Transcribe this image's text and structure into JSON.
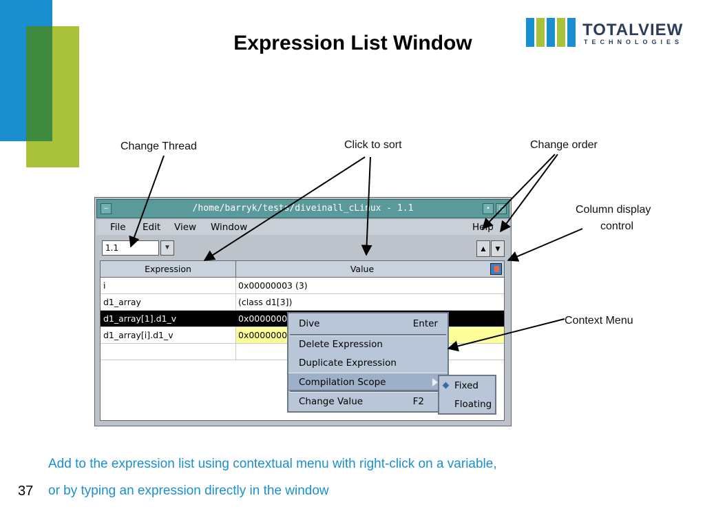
{
  "slide": {
    "title": "Expression List Window",
    "number": "37",
    "caption_line1": "Add to the expression list using contextual menu with right-click on a variable,",
    "caption_line2": "or by typing an expression directly in the window"
  },
  "logo": {
    "word": "TOTALVIEW",
    "sub": "TECHNOLOGIES",
    "colors": [
      "#1a8fd0",
      "#a9c23a",
      "#1a8fd0",
      "#a9c23a",
      "#1a8fd0"
    ]
  },
  "callouts": {
    "change_thread": "Change Thread",
    "click_to_sort": "Click to sort",
    "change_order": "Change order",
    "column_display_1": "Column display",
    "column_display_2": "control",
    "context_menu": "Context Menu"
  },
  "window": {
    "title": "/home/barryk/tests/diveinall_cLinux - 1.1",
    "menu": {
      "file": "File",
      "edit": "Edit",
      "view": "View",
      "window": "Window",
      "help": "Help"
    },
    "thread_value": "1.1",
    "order_up": "▲",
    "order_down": "▼",
    "columns": {
      "expression": "Expression",
      "value": "Value"
    },
    "rows": [
      {
        "expression": "i",
        "value": "0x00000003 (3)"
      },
      {
        "expression": "d1_array",
        "value": "(class d1[3])"
      },
      {
        "expression": "d1_array[1].d1_v",
        "value": "0x0000000"
      },
      {
        "expression": "d1_array[i].d1_v",
        "value": "0x0000000"
      }
    ]
  },
  "context_menu": {
    "dive": "Dive",
    "dive_accel": "Enter",
    "delete": "Delete Expression",
    "duplicate": "Duplicate Expression",
    "compilation_scope": "Compilation Scope",
    "change_value": "Change Value",
    "change_value_accel": "F2",
    "submenu": {
      "fixed": "Fixed",
      "floating": "Floating"
    }
  }
}
